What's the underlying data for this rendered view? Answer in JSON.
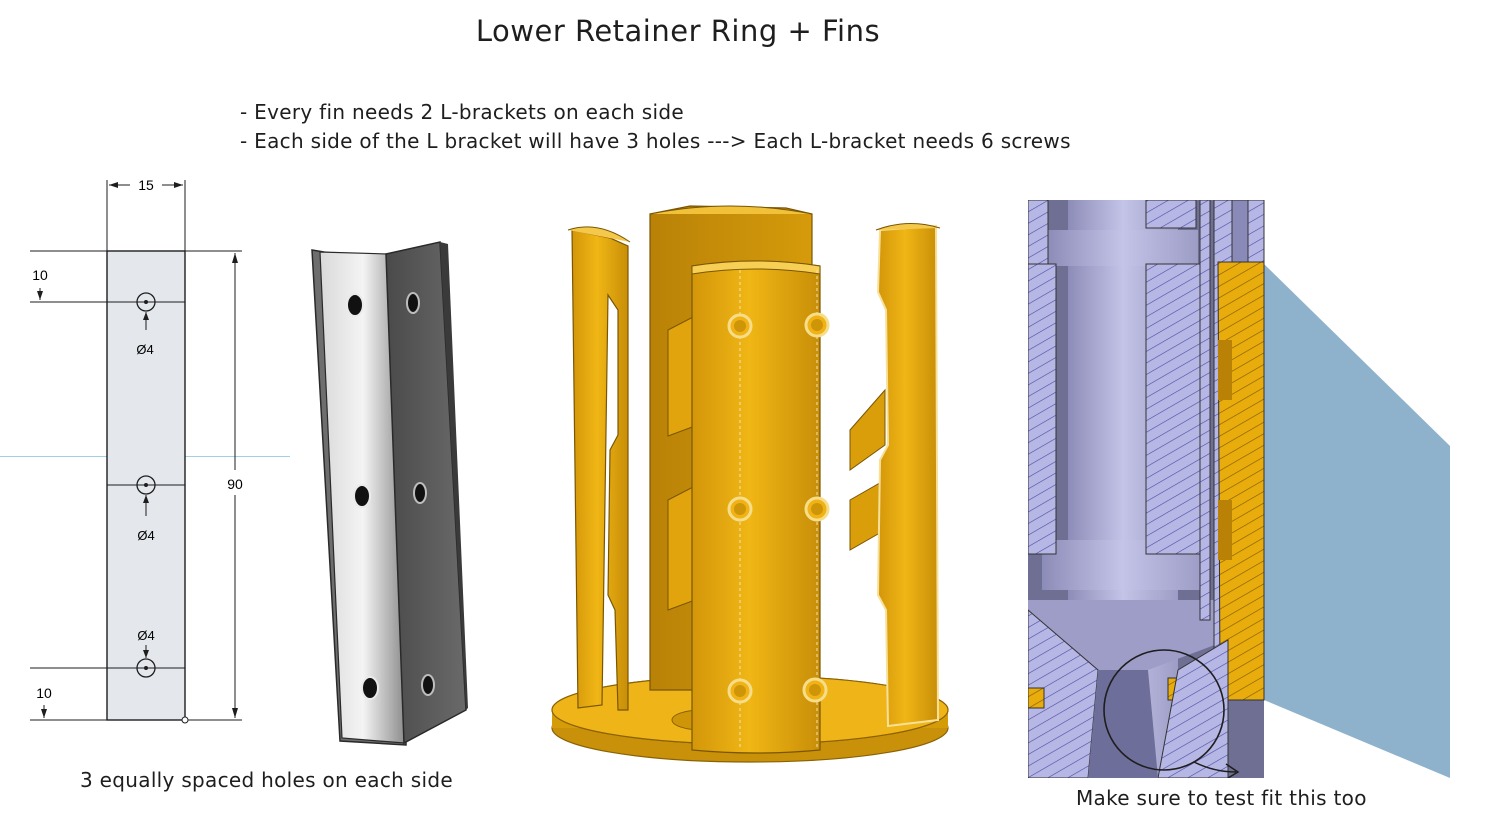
{
  "title": "Lower Retainer Ring + Fins",
  "notes": [
    "- Every fin needs 2 L-brackets on each side",
    "- Each side of the L bracket will have 3 holes ---> Each L-bracket needs 6 screws"
  ],
  "drawing": {
    "width_dim": "15",
    "height_dim": "90",
    "top_offset_dim": "10",
    "bottom_offset_dim": "10",
    "hole_labels": [
      "Ø4",
      "Ø4",
      "Ø4"
    ]
  },
  "captions": {
    "holes": "3 equally spaced holes on each side",
    "test_fit": "Make sure to test fit this too"
  },
  "colors": {
    "part_yellow": "#e8ac0c",
    "section_blue": "#8fb2cc",
    "section_lavender": "#b7b7e6",
    "sketch_fill": "#e4e7ec",
    "bracket_gray": "#5a5a5a"
  }
}
